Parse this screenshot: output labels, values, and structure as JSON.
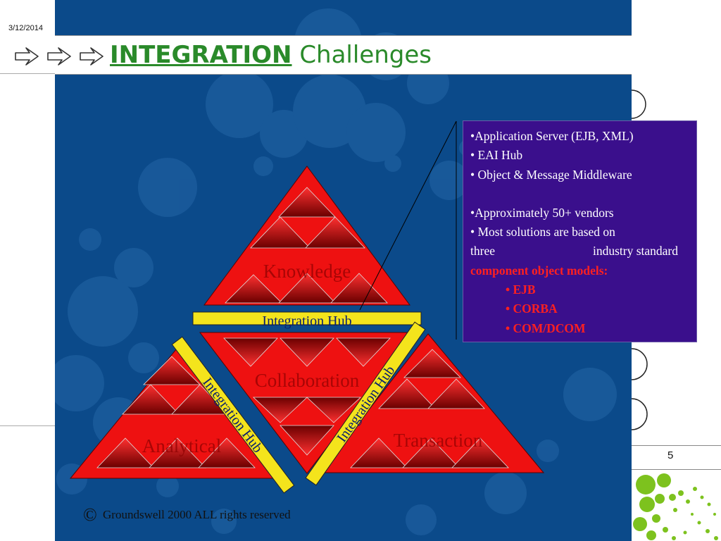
{
  "slide": {
    "date": "3/12/2014",
    "title_emphasis": "INTEGRATION",
    "title_rest": "Challenges",
    "page_number": "5",
    "copyright_symbol": "©",
    "copyright_text": "Groundswell 2000 ALL rights reserved"
  },
  "diagram": {
    "top_label": "Knowledge",
    "center_label": "Collaboration",
    "left_label": "Analytical",
    "right_label": "Transaction",
    "hub_horizontal": "Integration Hub",
    "hub_left": "Integration Hub",
    "hub_right": "Integration Hub"
  },
  "infobox": {
    "line1": "•Application Server (EJB, XML)",
    "line2": "• EAI Hub",
    "line3": "• Object & Message Middleware",
    "line4": "•Approximately 50+ vendors",
    "line5": "• Most solutions are based on",
    "line6a": "three",
    "line6b": "industry standard",
    "line7": "component object models:",
    "item1": "• EJB",
    "item2": "• CORBA",
    "item3": "• COM/DCOM"
  },
  "colors": {
    "panel_blue": "#0b4a8a",
    "title_green": "#2a8a2a",
    "pyramid_red": "#ee1111",
    "hub_yellow": "#f4e41c",
    "infobox_purple": "#3a0f8c",
    "accent_green": "#7dc21e"
  }
}
